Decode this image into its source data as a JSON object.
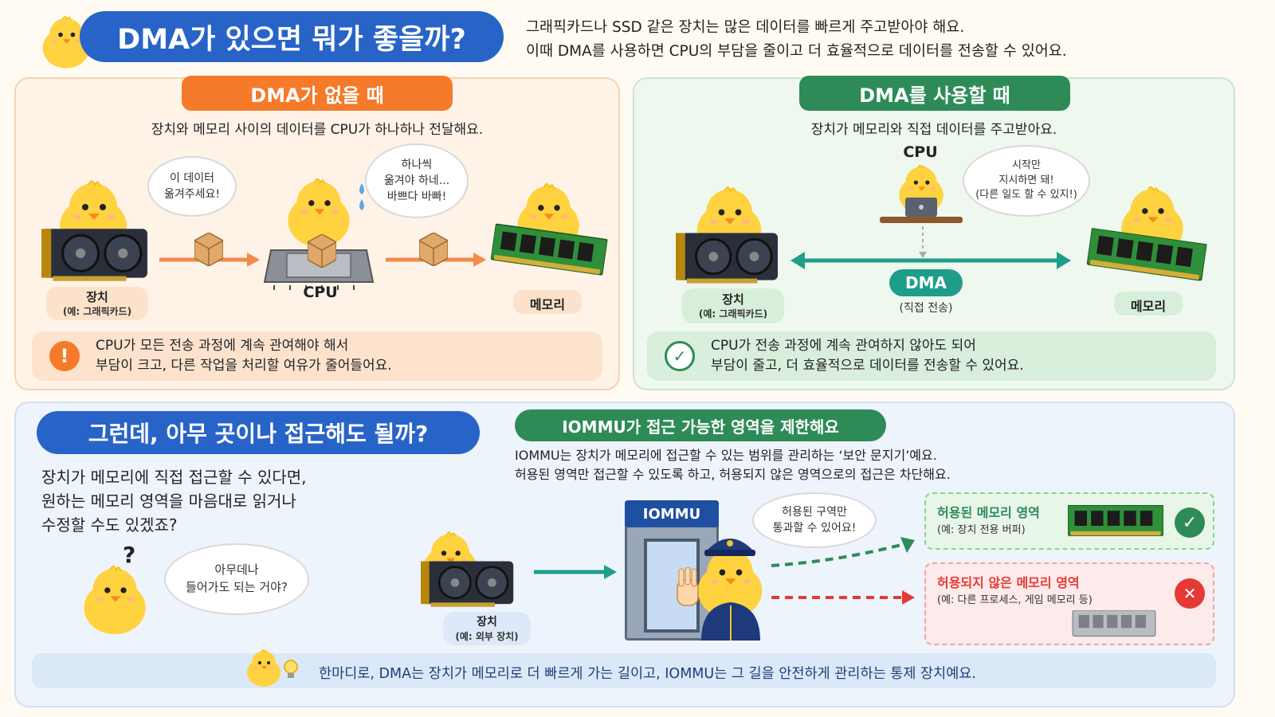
{
  "header": {
    "title": "DMA가 있으면 뭐가 좋을까?",
    "intro_line1": "그래픽카드나 SSD 같은 장치는 많은 데이터를 빠르게 주고받아야 해요.",
    "intro_line2": "이때 DMA를 사용하면 CPU의 부담을 줄이고 더 효율적으로 데이터를 전송할 수 있어요."
  },
  "without_dma": {
    "title": "DMA가 없을 때",
    "desc": "장치와 메모리 사이의 데이터를 CPU가 하나하나 전달해요.",
    "bubble_device_1": "이 데이터",
    "bubble_device_2": "옮겨주세요!",
    "bubble_cpu_1": "하나씩",
    "bubble_cpu_2": "옮겨야 하네...",
    "bubble_cpu_3": "바쁘다 바빠!",
    "device_label": "장치",
    "device_sub": "(예: 그래픽카드)",
    "cpu_label": "CPU",
    "memory_label": "메모리",
    "note_icon": "!",
    "note_line1": "CPU가 모든 전송 과정에 계속 관여해야 해서",
    "note_line2": "부담이 크고, 다른 작업을 처리할 여유가 줄어들어요."
  },
  "with_dma": {
    "title": "DMA를 사용할 때",
    "desc": "장치가 메모리와 직접 데이터를 주고받아요.",
    "cpu_label": "CPU",
    "bubble_cpu_1": "시작만",
    "bubble_cpu_2": "지시하면 돼!",
    "bubble_cpu_3": "(다른 일도 할 수 있지!)",
    "dma_label": "DMA",
    "dma_sub": "(직접 전송)",
    "device_label": "장치",
    "device_sub": "(예: 그래픽카드)",
    "memory_label": "메모리",
    "note_icon": "✓",
    "note_line1": "CPU가 전송 과정에 계속 관여하지 않아도 되어",
    "note_line2": "부담이 줄고, 더 효율적으로 데이터를 전송할 수 있어요."
  },
  "access": {
    "title": "그런데, 아무 곳이나 접근해도 될까?",
    "q_line1": "장치가 메모리에 직접 접근할 수 있다면,",
    "q_line2": "원하는 메모리 영역을 마음대로 읽거나",
    "q_line3": "수정할 수도 있겠죠?",
    "question_mark": "?",
    "bubble_1": "아무데나",
    "bubble_2": "들어가도 되는 거야?"
  },
  "iommu": {
    "title": "IOMMU가 접근 가능한 영역을 제한해요",
    "desc1": "IOMMU는 장치가 메모리에 접근할 수 있는 범위를 관리하는 ‘보안 문지기’예요.",
    "desc2": "허용된 영역만 접근할 수 있도록 하고, 허용되지 않은 영역으로의 접근은 차단해요.",
    "gate_label": "IOMMU",
    "bubble_1": "허용된 구역만",
    "bubble_2": "통과할 수 있어요!",
    "device_label": "장치",
    "device_sub": "(예: 외부 장치)",
    "allowed_title": "허용된 메모리 영역",
    "allowed_sub": "(예: 장치 전용 버퍼)",
    "allowed_icon": "✓",
    "denied_title": "허용되지 않은 메모리 영역",
    "denied_sub": "(예: 다른 프로세스, 게임 메모리 등)",
    "denied_icon": "✕"
  },
  "footer": {
    "summary": "한마디로, DMA는 장치가 메모리로 더 빠르게 가는 길이고, IOMMU는 그 길을 안전하게 관리하는 통제 장치예요."
  },
  "colors": {
    "orange": "#f57a2a",
    "green": "#2e8b57",
    "blue": "#2864c8",
    "teal": "#1e9e8a",
    "red": "#e53935",
    "chick": "#ffd23f"
  }
}
